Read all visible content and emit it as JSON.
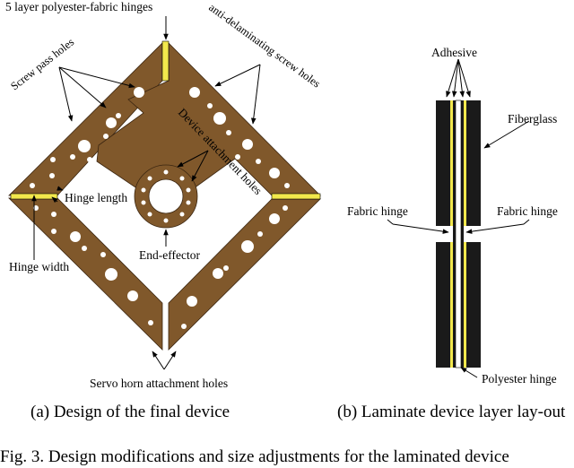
{
  "panel_a": {
    "labels": {
      "hinges": "5 layer polyester-fabric hinges",
      "anti_delam": "anti-delaminating screw holes",
      "screw_pass": "Screw pass holes",
      "device_attach": "Device attachment holes",
      "hinge_length": "Hinge length",
      "hinge_width": "Hinge width",
      "end_effector": "End-effector",
      "servo_horn": "Servo horn attachment holes"
    },
    "caption": "(a) Design of the final device"
  },
  "panel_b": {
    "labels": {
      "adhesive": "Adhesive",
      "fiberglass": "Fiberglass",
      "fabric_hinge_left": "Fabric hinge",
      "fabric_hinge_right": "Fabric hinge",
      "polyester_hinge": "Polyester hinge"
    },
    "caption": "(b) Laminate device layer lay-out"
  },
  "figure_caption": "Fig. 3.   Design modifications and size adjustments for the laminated device",
  "colors": {
    "fiberglass_brown": "#80582b",
    "fiberglass_black": "#1a1a1a",
    "hinge_yellow": "#f2e84c",
    "line": "#000000"
  }
}
